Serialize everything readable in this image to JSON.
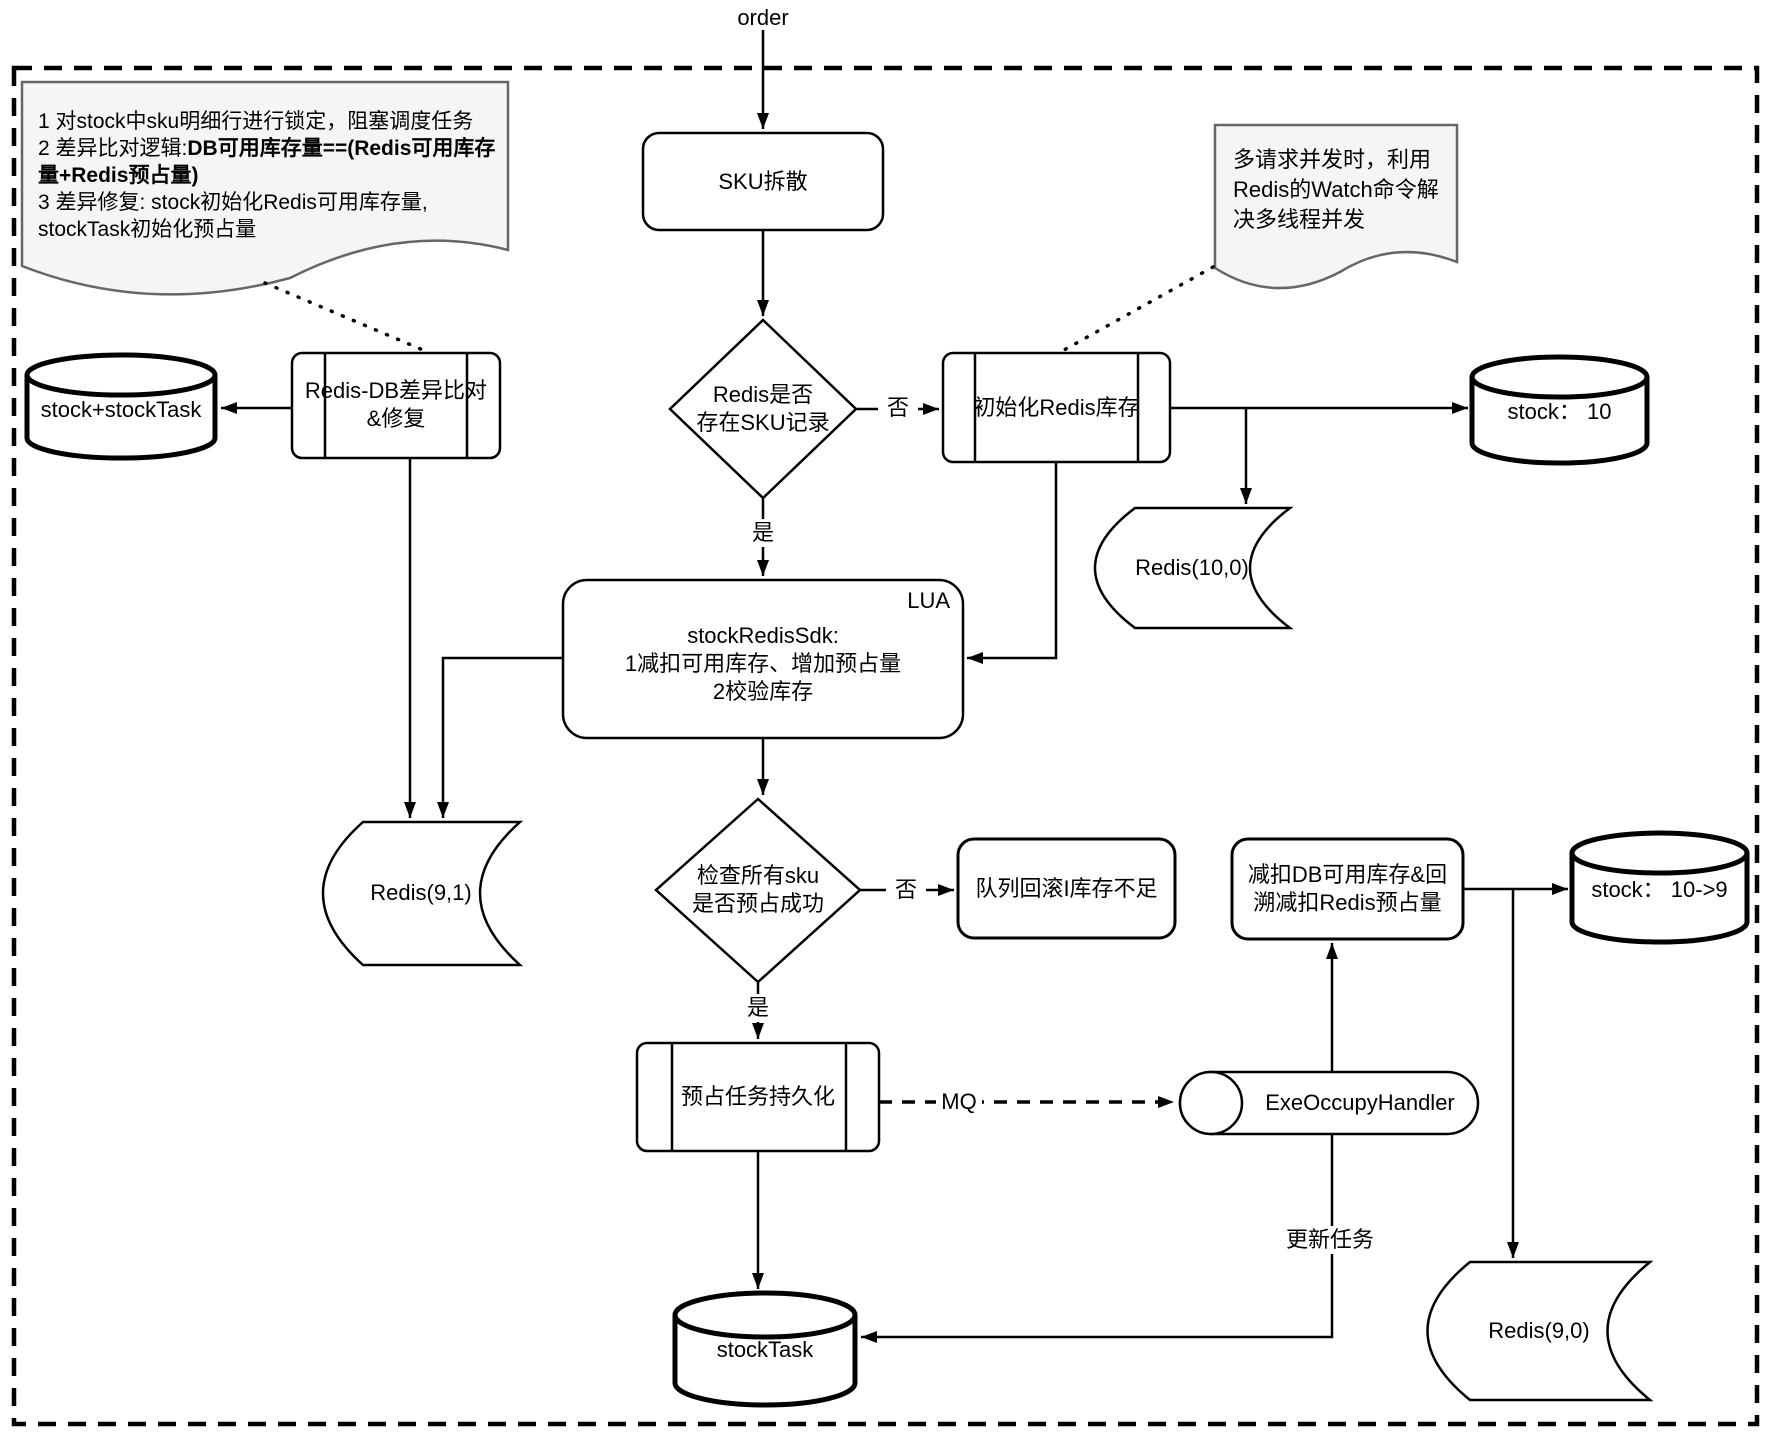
{
  "canvas": {
    "background": "#ffffff",
    "line_color": "#000000",
    "note_fill": "#f5f5f5",
    "note_stroke": "#666666"
  },
  "entry": {
    "label": "order"
  },
  "notes": {
    "left": {
      "line1": "1 对stock中sku明细行进行锁定，阻塞调度任务",
      "line2_prefix": "2 差异比对逻辑:",
      "line2_bold": "DB可用库存量==(Redis可用库存量+Redis预占量)",
      "line3": "3 差异修复: stock初始化Redis可用库存量,",
      "line4": "stockTask初始化预占量"
    },
    "right": {
      "text": "多请求并发时，利用Redis的Watch命令解决多线程并发"
    }
  },
  "nodes": {
    "sku_split": {
      "label": "SKU拆散"
    },
    "check_sku_exists": {
      "line1": "Redis是否",
      "line2": "存在SKU记录"
    },
    "init_redis": {
      "label": "初始化Redis库存"
    },
    "stock_db": {
      "label": "stock： 10"
    },
    "redis_10_0": {
      "label": "Redis(10,0)"
    },
    "lua_sdk": {
      "tag": "LUA",
      "title": "stockRedisSdk:",
      "line2": "1减扣可用库存、增加预占量",
      "line3": "2校验库存"
    },
    "check_occupy": {
      "line1": "检查所有sku",
      "line2": "是否预占成功"
    },
    "queue_rollback": {
      "label": "队列回滚I库存不足"
    },
    "occupy_persist": {
      "label": "预占任务持久化"
    },
    "exe_occupy_handler": {
      "label": "ExeOccupyHandler"
    },
    "deduct_db": {
      "line1": "减扣DB可用库存&回",
      "line2": "溯减扣Redis预占量"
    },
    "stock_db_after": {
      "label": "stock： 10->9"
    },
    "redis_9_1": {
      "label": "Redis(9,1)"
    },
    "redis_9_0": {
      "label": "Redis(9,0)"
    },
    "stock_task_db": {
      "label": "stockTask"
    },
    "stock_plus_task_db": {
      "label": "stock+stockTask"
    },
    "redis_db_compare": {
      "line1": "Redis-DB差异比对",
      "line2": "&修复"
    }
  },
  "edge_labels": {
    "no_exists": "否",
    "yes_exists": "是",
    "no_occupy": "否",
    "yes_occupy": "是",
    "mq": "MQ",
    "update_task": "更新任务"
  }
}
